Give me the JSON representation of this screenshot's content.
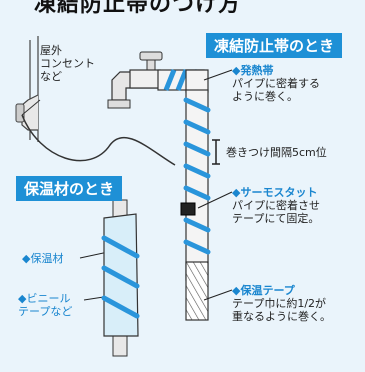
{
  "title": "凍結防止帯のつけ方",
  "banners": {
    "antifreeze": "凍結防止帯のとき",
    "insulation": "保温材のとき"
  },
  "outlet_label": [
    "屋外",
    "コンセント",
    "など"
  ],
  "heating_band": {
    "head": "◆発熱帯",
    "lines": [
      "パイプに密着する",
      "ように巻く。"
    ]
  },
  "wrap_interval": "巻きつけ間隔5cm位",
  "thermostat": {
    "head": "◆サーモスタット",
    "lines": [
      "パイプに密着させ",
      "テープにて固定。"
    ]
  },
  "insulation_tape": {
    "head": "◆保温テープ",
    "lines": [
      "テープ巾に約1/2が",
      "重なるように巻く。"
    ]
  },
  "insulation_material": "◆保温材",
  "vinyl_tape": [
    "◆ビニール",
    "テープなど"
  ],
  "colors": {
    "background": "#eaf4fb",
    "accent_blue": "#1e90d6",
    "band_blue": "#2a95db",
    "pipe_light": "#f4f4f4",
    "text": "#222222"
  }
}
